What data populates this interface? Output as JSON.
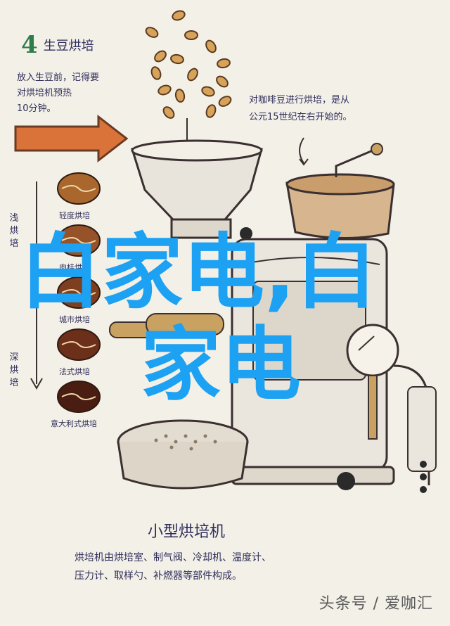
{
  "step": {
    "number": "4",
    "title": "生豆烘培",
    "note_line1": "放入生豆前，记得要",
    "note_line2": "对烘培机预热",
    "note_line3": "10分钟。"
  },
  "history_note": {
    "line1": "对咖啡豆进行烘培，是从",
    "line2": "公元15世纪在右开始的。"
  },
  "roast_scale": {
    "light_label": "浅烘培",
    "dark_label": "深烘培",
    "levels": [
      "轻度烘培",
      "肉桂烘培",
      "城市烘培",
      "法式烘培",
      "意大利式烘培"
    ],
    "colors": [
      "#a9672e",
      "#96532a",
      "#7e3f21",
      "#6b2f1a",
      "#4a1d12"
    ]
  },
  "caption": {
    "title": "小型烘培机",
    "line1": "烘培机由烘培室、制气阀、冷却机、温度计、",
    "line2": "压力计、取样勺、补燃器等部件构成。"
  },
  "overlay": {
    "line1": "白家电,白",
    "line2": "家电",
    "color": "#1da1f2"
  },
  "watermark": "头条号 / 爱咖汇"
}
